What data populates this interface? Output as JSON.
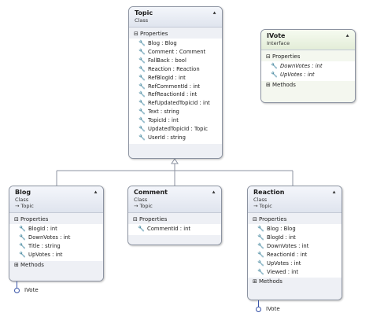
{
  "topic": {
    "name": "Topic",
    "kind": "Class",
    "properties_label": "Properties",
    "members": [
      "Blog : Blog",
      "Comment : Comment",
      "FallBack : bool",
      "Reaction : Reaction",
      "RefBlogId : int",
      "RefCommentId : int",
      "RefReactionId : int",
      "RefUpdatedTopicId : int",
      "Text : string",
      "TopicId : int",
      "UpdatedTopicId : Topic",
      "UserId : string"
    ]
  },
  "ivote": {
    "name": "IVote",
    "kind": "Interface",
    "properties_label": "Properties",
    "members": [
      "DownVotes : int",
      "UpVotes : int"
    ],
    "methods_label": "Methods"
  },
  "blog": {
    "name": "Blog",
    "kind": "Class",
    "base": "→ Topic",
    "properties_label": "Properties",
    "members": [
      "BlogId : int",
      "DownVotes : int",
      "Title : string",
      "UpVotes : int"
    ],
    "methods_label": "Methods",
    "interface_label": "IVote"
  },
  "comment": {
    "name": "Comment",
    "kind": "Class",
    "base": "→ Topic",
    "properties_label": "Properties",
    "members": [
      "CommentId : int"
    ]
  },
  "reaction": {
    "name": "Reaction",
    "kind": "Class",
    "base": "→ Topic",
    "properties_label": "Properties",
    "members": [
      "Blog : Blog",
      "BlogId : int",
      "DownVotes : int",
      "ReactionId : int",
      "UpVotes : int",
      "Viewed : int"
    ],
    "methods_label": "Methods",
    "interface_label": "IVote"
  },
  "colors": {
    "border": "#8c93a1",
    "header": "#dfe4ee",
    "lollipop": "#3a55a8"
  },
  "icons": {
    "collapse": "double-chevron-up-icon",
    "section_toggle": "minus-box-icon",
    "property": "wrench-icon"
  }
}
